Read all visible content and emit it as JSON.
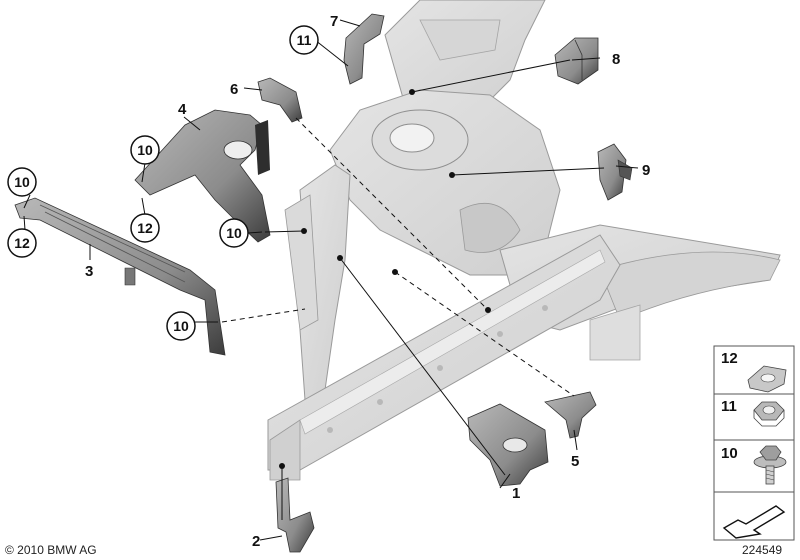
{
  "diagram": {
    "copyright": "© 2010 BMW AG",
    "image_number": "224549",
    "callouts": [
      {
        "id": "p1",
        "label": "1"
      },
      {
        "id": "p2",
        "label": "2"
      },
      {
        "id": "p3",
        "label": "3"
      },
      {
        "id": "p4",
        "label": "4"
      },
      {
        "id": "p5",
        "label": "5"
      },
      {
        "id": "p6",
        "label": "6"
      },
      {
        "id": "p7",
        "label": "7"
      },
      {
        "id": "p8",
        "label": "8"
      },
      {
        "id": "p9",
        "label": "9"
      },
      {
        "id": "c11a",
        "label": "11"
      },
      {
        "id": "c10a",
        "label": "10"
      },
      {
        "id": "c12a",
        "label": "12"
      },
      {
        "id": "c10b",
        "label": "10"
      },
      {
        "id": "c12b",
        "label": "12"
      },
      {
        "id": "c10c",
        "label": "10"
      },
      {
        "id": "c10d",
        "label": "10"
      }
    ],
    "legend": [
      {
        "label": "12",
        "icon": "clip-nut-icon"
      },
      {
        "label": "11",
        "icon": "hex-nut-icon"
      },
      {
        "label": "10",
        "icon": "flange-bolt-icon"
      },
      {
        "label": "",
        "icon": "direction-arrow-icon"
      }
    ]
  }
}
